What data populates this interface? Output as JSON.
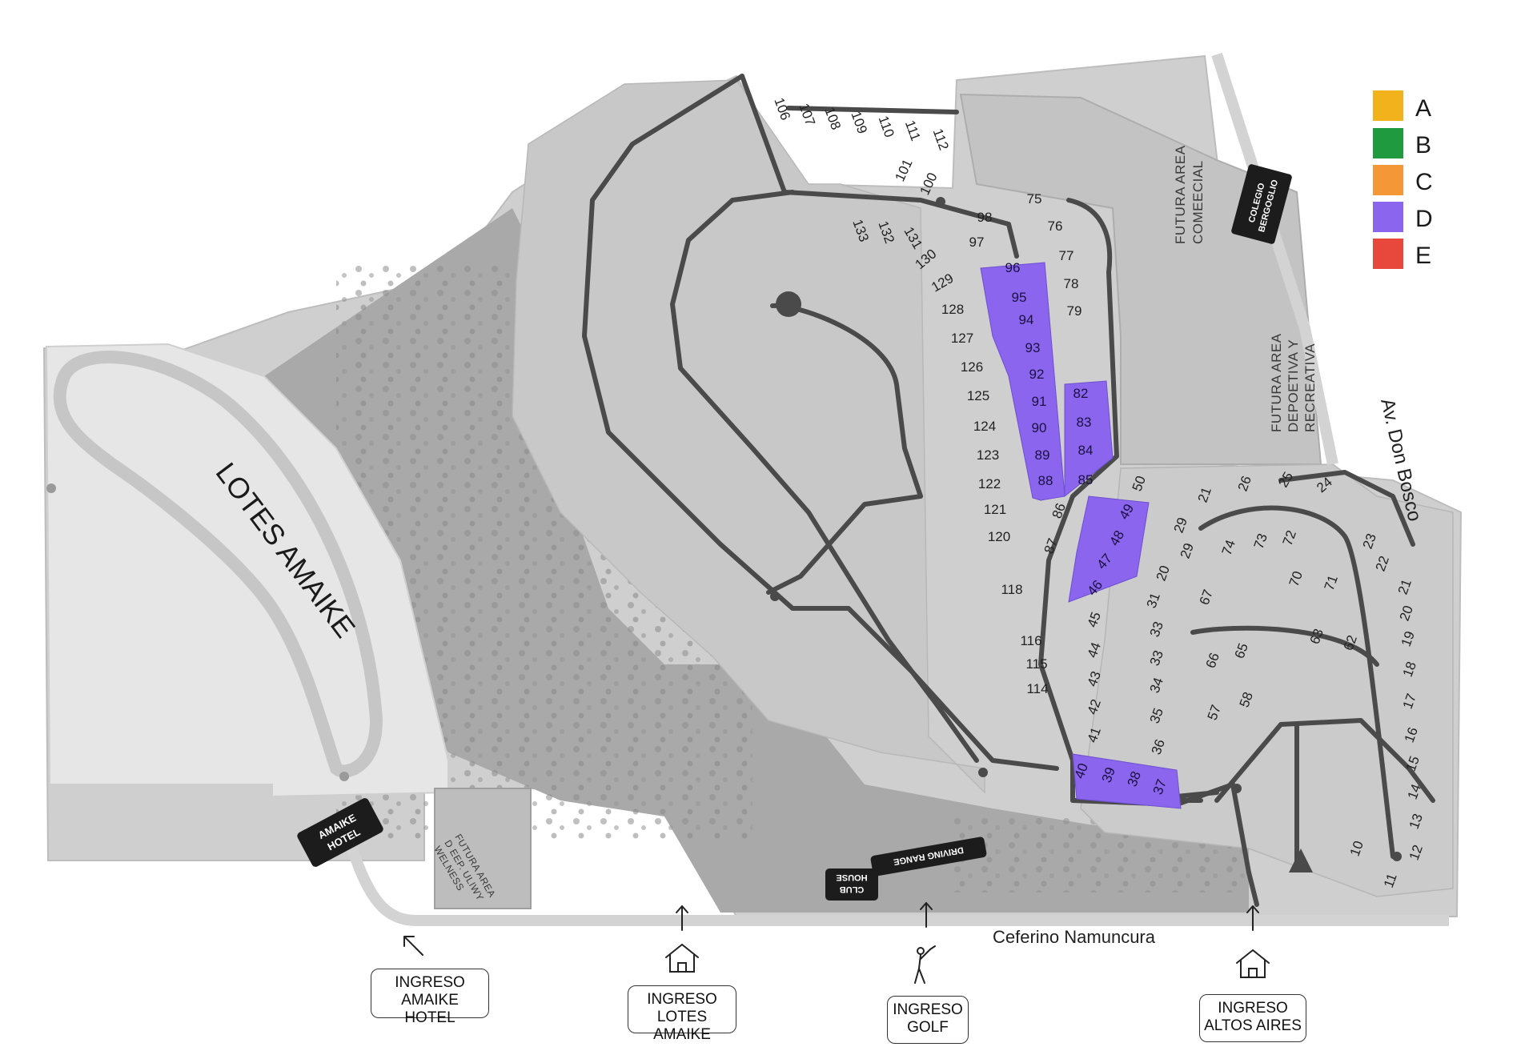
{
  "legend": [
    {
      "letter": "A",
      "color": "#f2b21c"
    },
    {
      "letter": "B",
      "color": "#1f9a3e"
    },
    {
      "letter": "C",
      "color": "#f39737"
    },
    {
      "letter": "D",
      "color": "#8b65ee"
    },
    {
      "letter": "E",
      "color": "#e8473b"
    }
  ],
  "regions": {
    "lotes_amaike": "LOTES AMAIKE",
    "futura_comercial": [
      "FUTURA AREA",
      "COMEECIAL"
    ],
    "futura_deportiva": [
      "FUTURA AREA",
      "DEPOETIVA Y",
      "RECREATIVA"
    ],
    "futura_wellness": [
      "FUTURA AREA",
      "D EEP. ULIWY",
      "WELNESS"
    ]
  },
  "badges": {
    "amaike_hotel": [
      "AMAIKE",
      "HOTEL"
    ],
    "club_house": [
      "CLUB",
      "HOUSE"
    ],
    "driving_range": "DRIVING RANGE",
    "colegio": [
      "COLEGIO",
      "BERGOGLIO"
    ]
  },
  "streets": {
    "ceferino": "Ceferino Namuncura",
    "don_bosco": "Av. Don Bosco"
  },
  "entrances": [
    {
      "line1": "INGRESO",
      "line2": "AMAIKE HOTEL",
      "icon": "arrow-up-left-icon"
    },
    {
      "line1": "INGRESO",
      "line2": "LOTES AMAIKE",
      "icon": "house-icon"
    },
    {
      "line1": "INGRESO",
      "line2": "GOLF",
      "icon": "golfer-icon"
    },
    {
      "line1": "INGRESO",
      "line2": "ALTOS AIRES",
      "icon": "house-icon"
    }
  ],
  "highlight_color": "#8b65ee",
  "lots": [
    {
      "n": "106",
      "cat": ""
    },
    {
      "n": "107",
      "cat": ""
    },
    {
      "n": "108",
      "cat": ""
    },
    {
      "n": "109",
      "cat": ""
    },
    {
      "n": "110",
      "cat": ""
    },
    {
      "n": "111",
      "cat": ""
    },
    {
      "n": "112",
      "cat": ""
    },
    {
      "n": "101",
      "cat": ""
    },
    {
      "n": "100",
      "cat": ""
    },
    {
      "n": "133",
      "cat": ""
    },
    {
      "n": "132",
      "cat": ""
    },
    {
      "n": "131",
      "cat": ""
    },
    {
      "n": "130",
      "cat": ""
    },
    {
      "n": "129",
      "cat": ""
    },
    {
      "n": "128",
      "cat": ""
    },
    {
      "n": "127",
      "cat": ""
    },
    {
      "n": "126",
      "cat": ""
    },
    {
      "n": "125",
      "cat": ""
    },
    {
      "n": "124",
      "cat": ""
    },
    {
      "n": "123",
      "cat": ""
    },
    {
      "n": "122",
      "cat": ""
    },
    {
      "n": "121",
      "cat": ""
    },
    {
      "n": "120",
      "cat": ""
    },
    {
      "n": "118",
      "cat": ""
    },
    {
      "n": "116",
      "cat": ""
    },
    {
      "n": "115",
      "cat": ""
    },
    {
      "n": "114",
      "cat": ""
    },
    {
      "n": "98",
      "cat": ""
    },
    {
      "n": "97",
      "cat": ""
    },
    {
      "n": "75",
      "cat": ""
    },
    {
      "n": "76",
      "cat": ""
    },
    {
      "n": "77",
      "cat": ""
    },
    {
      "n": "78",
      "cat": ""
    },
    {
      "n": "79",
      "cat": ""
    },
    {
      "n": "96",
      "cat": "D"
    },
    {
      "n": "95",
      "cat": "D"
    },
    {
      "n": "94",
      "cat": "D"
    },
    {
      "n": "93",
      "cat": "D"
    },
    {
      "n": "92",
      "cat": "D"
    },
    {
      "n": "91",
      "cat": "D"
    },
    {
      "n": "90",
      "cat": "D"
    },
    {
      "n": "89",
      "cat": "D"
    },
    {
      "n": "88",
      "cat": "D"
    },
    {
      "n": "82",
      "cat": "D"
    },
    {
      "n": "83",
      "cat": "D"
    },
    {
      "n": "84",
      "cat": "D"
    },
    {
      "n": "85",
      "cat": "D"
    },
    {
      "n": "86",
      "cat": ""
    },
    {
      "n": "87",
      "cat": ""
    },
    {
      "n": "50",
      "cat": ""
    },
    {
      "n": "49",
      "cat": "D"
    },
    {
      "n": "48",
      "cat": "D"
    },
    {
      "n": "47",
      "cat": "D"
    },
    {
      "n": "46",
      "cat": "D"
    },
    {
      "n": "45",
      "cat": ""
    },
    {
      "n": "44",
      "cat": ""
    },
    {
      "n": "43",
      "cat": ""
    },
    {
      "n": "42",
      "cat": ""
    },
    {
      "n": "41",
      "cat": ""
    },
    {
      "n": "40",
      "cat": "D"
    },
    {
      "n": "39",
      "cat": "D"
    },
    {
      "n": "38",
      "cat": "D"
    },
    {
      "n": "37",
      "cat": "D"
    },
    {
      "n": "31",
      "cat": ""
    },
    {
      "n": "33",
      "cat": ""
    },
    {
      "n": "33",
      "cat": ""
    },
    {
      "n": "34",
      "cat": ""
    },
    {
      "n": "35",
      "cat": ""
    },
    {
      "n": "36",
      "cat": ""
    },
    {
      "n": "20",
      "cat": ""
    },
    {
      "n": "29",
      "cat": ""
    },
    {
      "n": "29",
      "cat": ""
    },
    {
      "n": "21",
      "cat": ""
    },
    {
      "n": "26",
      "cat": ""
    },
    {
      "n": "25",
      "cat": ""
    },
    {
      "n": "24",
      "cat": ""
    },
    {
      "n": "74",
      "cat": ""
    },
    {
      "n": "73",
      "cat": ""
    },
    {
      "n": "72",
      "cat": ""
    },
    {
      "n": "67",
      "cat": ""
    },
    {
      "n": "70",
      "cat": ""
    },
    {
      "n": "71",
      "cat": ""
    },
    {
      "n": "66",
      "cat": ""
    },
    {
      "n": "65",
      "cat": ""
    },
    {
      "n": "63",
      "cat": ""
    },
    {
      "n": "62",
      "cat": ""
    },
    {
      "n": "57",
      "cat": ""
    },
    {
      "n": "58",
      "cat": ""
    },
    {
      "n": "23",
      "cat": ""
    },
    {
      "n": "22",
      "cat": ""
    },
    {
      "n": "21",
      "cat": ""
    },
    {
      "n": "20",
      "cat": ""
    },
    {
      "n": "19",
      "cat": ""
    },
    {
      "n": "18",
      "cat": ""
    },
    {
      "n": "17",
      "cat": ""
    },
    {
      "n": "16",
      "cat": ""
    },
    {
      "n": "15",
      "cat": ""
    },
    {
      "n": "14",
      "cat": ""
    },
    {
      "n": "13",
      "cat": ""
    },
    {
      "n": "12",
      "cat": ""
    },
    {
      "n": "11",
      "cat": ""
    },
    {
      "n": "10",
      "cat": ""
    }
  ]
}
